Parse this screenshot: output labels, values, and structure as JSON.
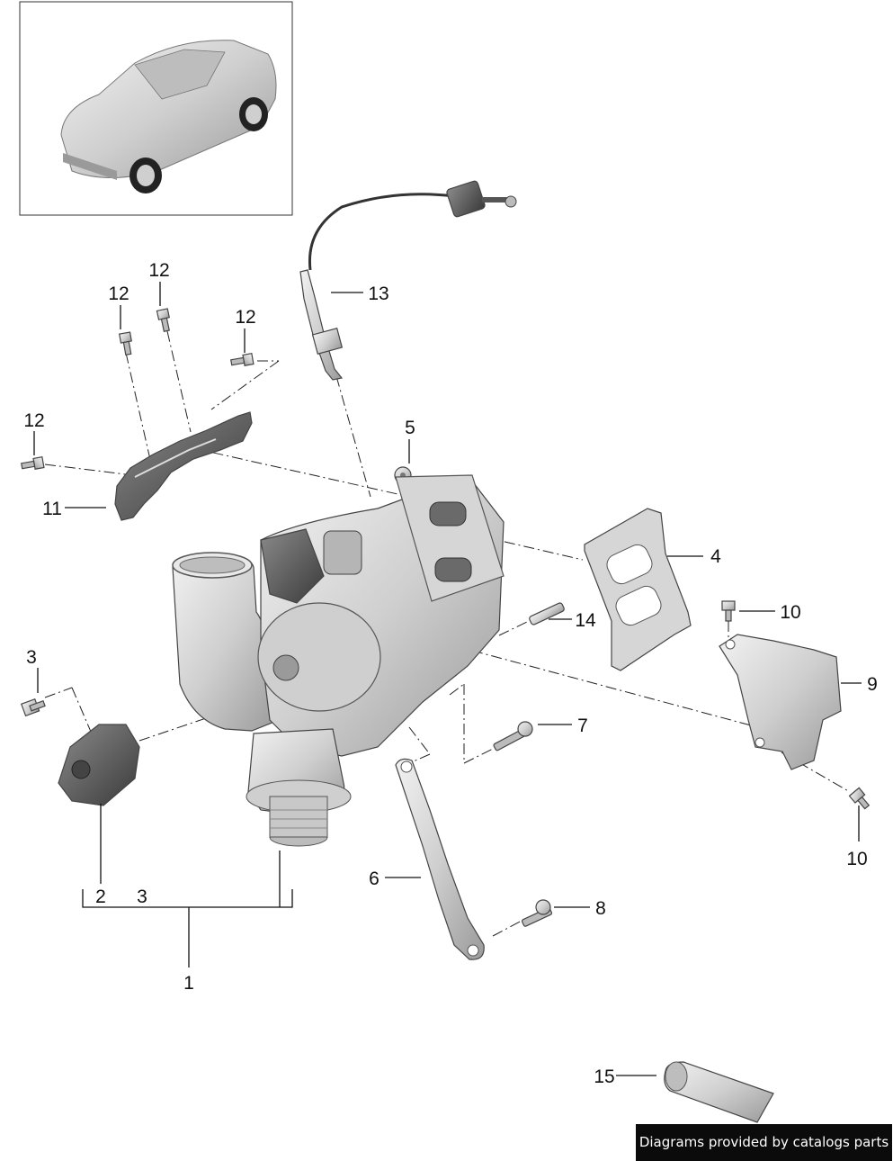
{
  "callouts": [
    {
      "id": "1",
      "label": "1"
    },
    {
      "id": "2",
      "label": "2"
    },
    {
      "id": "3a",
      "label": "3"
    },
    {
      "id": "3b",
      "label": "3"
    },
    {
      "id": "4",
      "label": "4"
    },
    {
      "id": "5",
      "label": "5"
    },
    {
      "id": "6",
      "label": "6"
    },
    {
      "id": "7",
      "label": "7"
    },
    {
      "id": "8",
      "label": "8"
    },
    {
      "id": "9",
      "label": "9"
    },
    {
      "id": "10a",
      "label": "10"
    },
    {
      "id": "10b",
      "label": "10"
    },
    {
      "id": "11",
      "label": "11"
    },
    {
      "id": "12a",
      "label": "12"
    },
    {
      "id": "12b",
      "label": "12"
    },
    {
      "id": "12c",
      "label": "12"
    },
    {
      "id": "12d",
      "label": "12"
    },
    {
      "id": "13",
      "label": "13"
    },
    {
      "id": "14",
      "label": "14"
    },
    {
      "id": "15",
      "label": "15"
    }
  ],
  "credit": "Diagrams provided by catalogs parts",
  "colors": {
    "part_fill": "#d9d9d9",
    "part_dark": "#555555",
    "line": "#111111"
  }
}
